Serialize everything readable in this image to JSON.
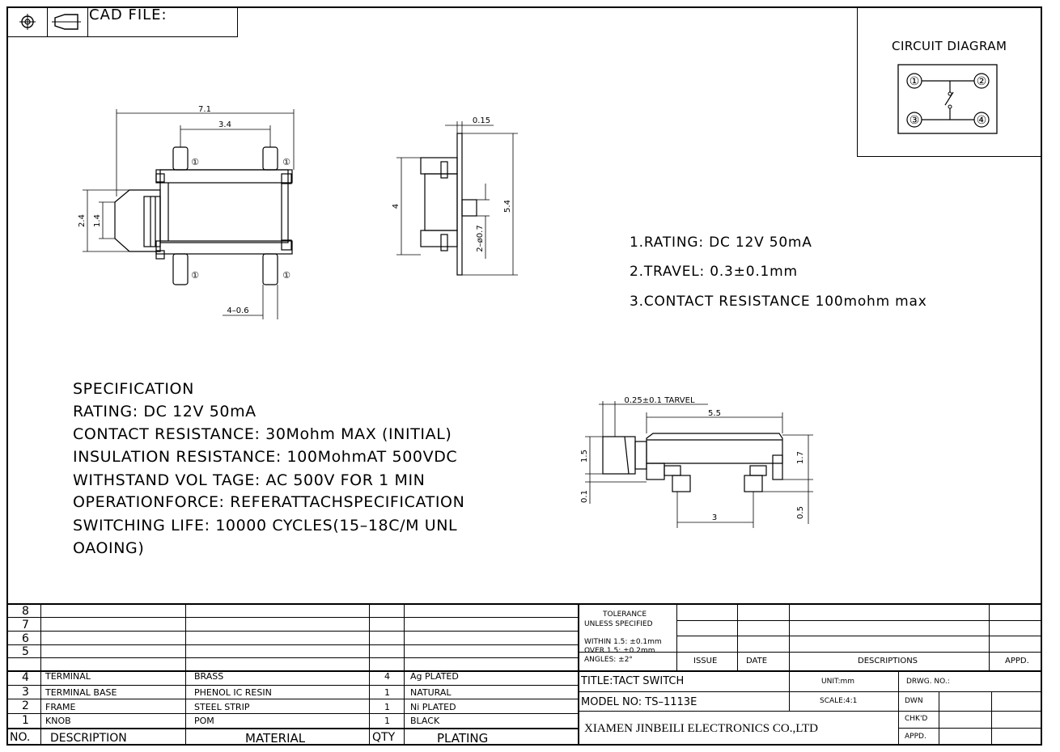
{
  "cad_file_label": "CAD FILE:",
  "circuit_diagram": {
    "title": "CIRCUIT DIAGRAM",
    "pins": [
      "①",
      "②",
      "③",
      "④"
    ]
  },
  "notes": [
    "1.RATING: DC 12V 50mA",
    "2.TRAVEL: 0.3±0.1mm",
    "3.CONTACT RESISTANCE 100mohm max"
  ],
  "specification": [
    "SPECIFICATION",
    "RATING: DC 12V 50mA",
    "CONTACT RESISTANCE: 30Mohm MAX (INITIAL)",
    "INSULATION RESISTANCE: 100MohmAT 500VDC",
    "WITHSTAND VOL TAGE: AC 500V FOR 1 MIN",
    "OPERATIONFORCE: REFERATTACHSPECIFICATION",
    "SWITCHING LIFE: 10000 CYCLES(15–18C/M UNL",
    "OAOING)"
  ],
  "dimensions": {
    "top_width": "7.1",
    "top_inner": "3.4",
    "left_outer": "2.4",
    "left_inner": "1.4",
    "pin_width": "4–0.6",
    "side_thickness": "0.15",
    "side_height": "4",
    "side_total": "5.4",
    "side_pin": "2–ø0.7",
    "travel": "0.25±0.1 TARVEL",
    "front_width": "5.5",
    "front_left_h": "1.5",
    "front_right_h": "1.7",
    "front_gap": "0.1",
    "front_pitch": "3",
    "front_pin_h": "0.5",
    "pin_mark": "①"
  },
  "bom": {
    "rows": [
      {
        "no": "8",
        "description": "",
        "material": "",
        "qty": "",
        "plating": ""
      },
      {
        "no": "7",
        "description": "",
        "material": "",
        "qty": "",
        "plating": ""
      },
      {
        "no": "6",
        "description": "",
        "material": "",
        "qty": "",
        "plating": ""
      },
      {
        "no": "5",
        "description": "",
        "material": "",
        "qty": "",
        "plating": ""
      },
      {
        "no": "4",
        "description": "TERMINAL",
        "material": "BRASS",
        "qty": "4",
        "plating": "Ag PLATED"
      },
      {
        "no": "3",
        "description": "TERMINAL BASE",
        "material": "PHENOL IC RESIN",
        "qty": "1",
        "plating": "NATURAL"
      },
      {
        "no": "2",
        "description": "FRAME",
        "material": "STEEL STRIP",
        "qty": "1",
        "plating": "Ni PLATED"
      },
      {
        "no": "1",
        "description": "KNOB",
        "material": "POM",
        "qty": "1",
        "plating": "BLACK"
      }
    ],
    "header": {
      "no": "NO.",
      "description": "DESCRIPTION",
      "material": "MATERIAL",
      "qty": "QTY",
      "plating": "PLATING"
    }
  },
  "title_block": {
    "tolerance_1": "TOLERANCE",
    "tolerance_2": "UNLESS SPECIFIED",
    "within": "WITHIN 1.5: ±0.1mm",
    "over": "OVER 1.5:  ±0.2mm",
    "angles": "ANGLES: ±2°",
    "issue": "ISSUE",
    "date": "DATE",
    "descriptions": "DESCRIPTIONS",
    "appd": "APPD.",
    "title": "TITLE:TACT SWITCH",
    "unit": "UNIT:mm",
    "drwg_no": "DRWG. NO.:",
    "model": "MODEL NO: TS–1113E",
    "scale": "SCALE:4:1",
    "dwn": "DWN",
    "chkd": "CHK'D",
    "appd2": "APPD.",
    "company": "XIAMEN JINBEILI ELECTRONICS CO.,LTD"
  }
}
